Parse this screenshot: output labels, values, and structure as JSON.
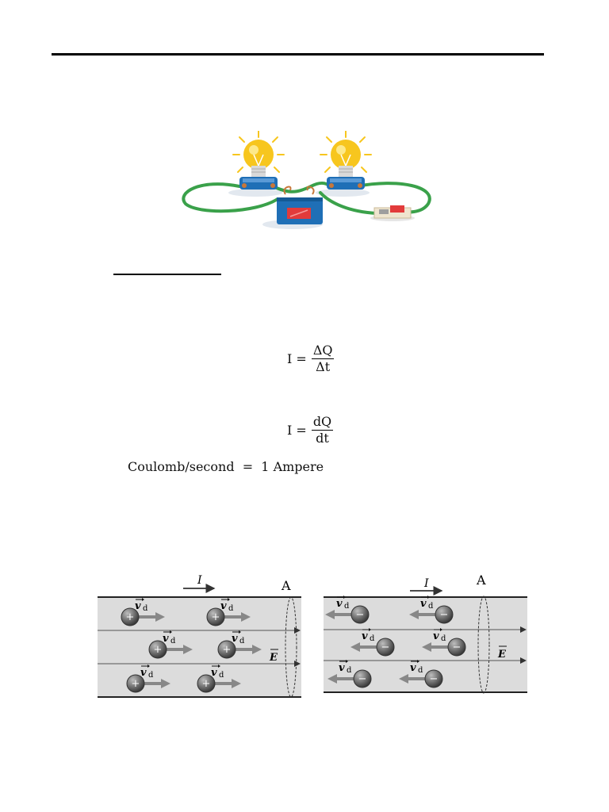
{
  "equations": {
    "average": {
      "lhs": "I =",
      "numerator": "ΔQ",
      "denominator": "Δt"
    },
    "instantaneous": {
      "lhs": "I =",
      "numerator": "dQ",
      "denominator": "dt"
    },
    "unit": "Coulomb/second  =  1 Ampere"
  },
  "figure_positive": {
    "current_label": "I",
    "area_label": "A",
    "field_label": "E",
    "velocity_label": "v",
    "velocity_subscript": "d",
    "charge_sign": "+"
  },
  "figure_negative": {
    "current_label": "I",
    "area_label": "A",
    "field_label": "E",
    "velocity_label": "v",
    "velocity_subscript": "d",
    "charge_sign": "−"
  },
  "colors": {
    "wire_fill": "#dcdcdc",
    "charge": "#555555",
    "arrow": "#888888",
    "bulb": "#f7c61e",
    "battery": "#1f6fb6",
    "circuit_wire": "#3aa14a"
  }
}
